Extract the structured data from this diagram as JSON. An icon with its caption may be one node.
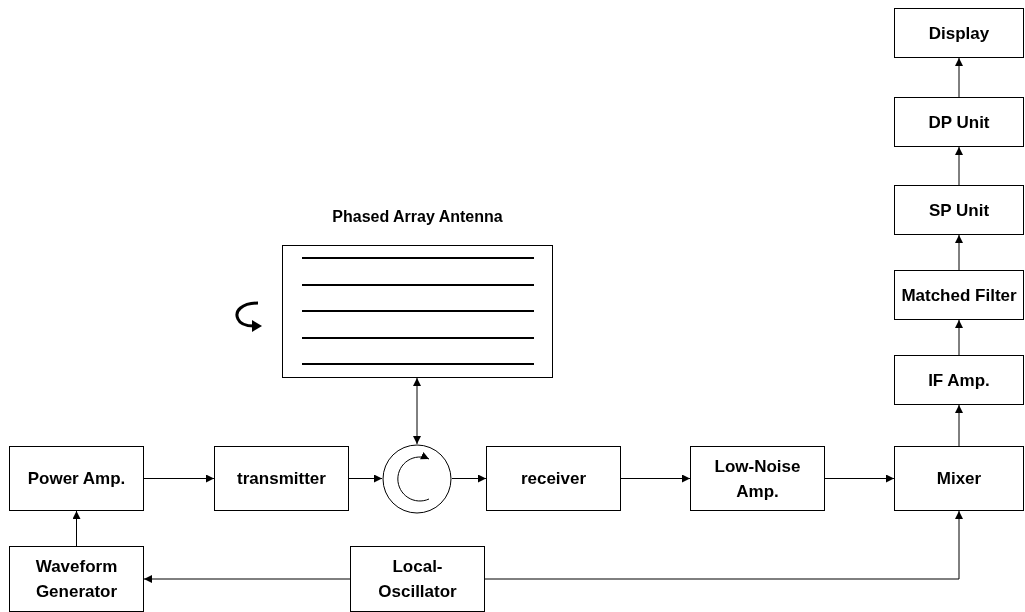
{
  "diagram": {
    "nodes": [
      {
        "text": [
          "Display"
        ]
      },
      {
        "text": [
          "DP Unit"
        ]
      },
      {
        "text": [
          "SP Unit"
        ]
      },
      {
        "text": [
          "Matched Filter"
        ]
      },
      {
        "text": [
          "IF Amp."
        ]
      },
      {
        "text": [
          "Phased Array Antenna"
        ]
      },
      {
        "text": [
          "Power Amp."
        ]
      },
      {
        "text": [
          "transmitter"
        ]
      },
      {
        "text": [],
        "shape": "circle"
      },
      {
        "text": [
          "receiver"
        ]
      },
      {
        "text": [
          "Low-Noise Amp."
        ]
      },
      {
        "text": [
          "Mixer"
        ]
      },
      {
        "text": [
          "Waveform Generator"
        ]
      },
      {
        "text": [
          "Local-Oscillator"
        ]
      }
    ],
    "edges": [
      {
        "from": 6,
        "to": 7,
        "arrow": "to"
      },
      {
        "from": 7,
        "to": 8,
        "arrow": "to"
      },
      {
        "from": 8,
        "to": 9,
        "arrow": "to"
      },
      {
        "from": 5,
        "to": 8,
        "arrow": "both"
      },
      {
        "from": 9,
        "to": 10,
        "arrow": "to"
      },
      {
        "from": 10,
        "to": 11,
        "arrow": "to"
      },
      {
        "from": 11,
        "to": 4,
        "arrow": "to"
      },
      {
        "from": 4,
        "to": 3,
        "arrow": "to"
      },
      {
        "from": 3,
        "to": 2,
        "arrow": "to"
      },
      {
        "from": 2,
        "to": 1,
        "arrow": "to"
      },
      {
        "from": 1,
        "to": 0,
        "arrow": "to"
      },
      {
        "from": 12,
        "to": 6,
        "arrow": "to"
      },
      {
        "from": 13,
        "to": 12,
        "arrow": "to"
      },
      {
        "from": 13,
        "to": 11,
        "arrow": "to"
      }
    ]
  }
}
